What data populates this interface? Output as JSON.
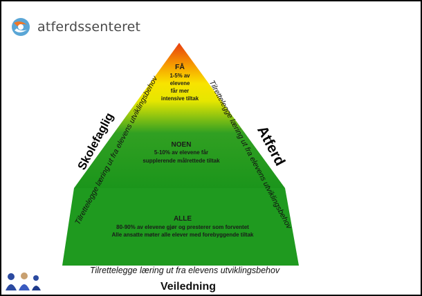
{
  "logo": {
    "text": "atferdssenteret",
    "icon": "logo-swirl-icon"
  },
  "pyramid": {
    "top": {
      "heading": "FÅ",
      "lines": [
        "1-5% av",
        "elevene",
        "får mer",
        "intensive tiltak"
      ],
      "color": "#e84a10"
    },
    "middle": {
      "heading": "NOEN",
      "lines": [
        "5-10% av elevene får",
        "supplerende målrettede tiltak"
      ],
      "color": "#f0e000"
    },
    "bottom": {
      "heading": "ALLE",
      "lines": [
        "80-90% av elevene gjør og presterer som forventet",
        "Alle ansatte møter alle elever med forebyggende tiltak"
      ],
      "color": "#1f9a1f"
    }
  },
  "left_side": {
    "title": "Skolefaglig",
    "text": "Tilrettelegge læring ut fra elevens utviklingsbehov"
  },
  "right_side": {
    "title": "Atferd",
    "text": "Tilrettelegge læring ut fra elevens utviklingsbehov"
  },
  "base_text": "Tilrettelegge læring ut fra elevens utviklingsbehov",
  "footer": {
    "label": "Veiledning"
  }
}
